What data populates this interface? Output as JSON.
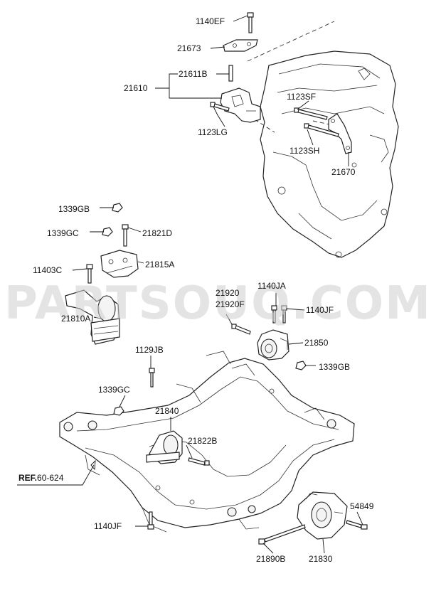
{
  "watermark": "PARTSOUQ.COM",
  "reference": {
    "prefix": "REF.",
    "code": "60-624"
  },
  "labels": {
    "l1140EF": "1140EF",
    "l21673": "21673",
    "l21611B": "21611B",
    "l21610": "21610",
    "l1123LG": "1123LG",
    "l1123SF": "1123SF",
    "l1123SH": "1123SH",
    "l21670": "21670",
    "l1339GB_top": "1339GB",
    "l1339GC_top": "1339GC",
    "l21821D": "21821D",
    "l11403C": "11403C",
    "l21815A": "21815A",
    "l21810A": "21810A",
    "l21920": "21920",
    "l21920F": "21920F",
    "l1140JA": "1140JA",
    "l1140JF_right": "1140JF",
    "l21850": "21850",
    "l1339GB_right": "1339GB",
    "l1129JB": "1129JB",
    "l1339GC_mid": "1339GC",
    "l21840": "21840",
    "l21822B": "21822B",
    "l1140JF_bottom": "1140JF",
    "l54849": "54849",
    "l21890B": "21890B",
    "l21830": "21830"
  }
}
